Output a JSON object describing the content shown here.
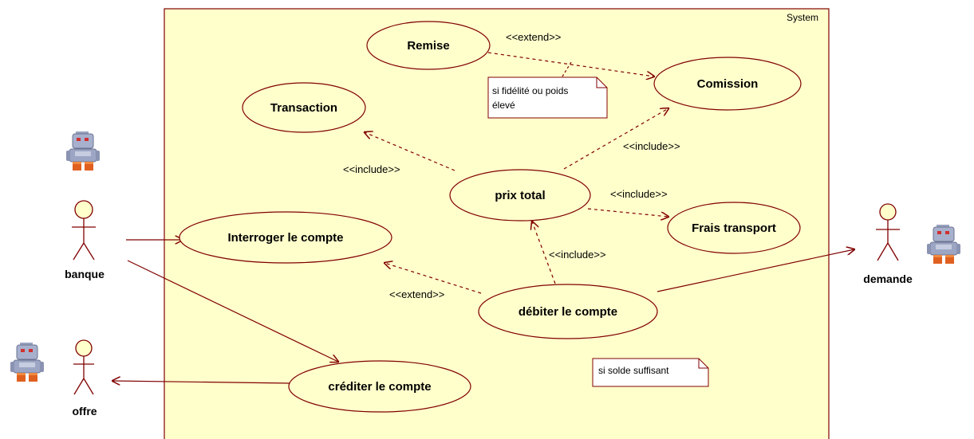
{
  "system": {
    "title": "System",
    "background": "#ffffcc",
    "border": "#800000"
  },
  "colors": {
    "line": "#800000",
    "usecase_fill": "#ffffcc",
    "note_fill": "#ffffff"
  },
  "use_cases": {
    "remise": "Remise",
    "comission": "Comission",
    "transaction": "Transaction",
    "prix_total": "prix total",
    "frais_transport": "Frais transport",
    "interroger": "Interroger le compte",
    "debiter": "débiter le compte",
    "crediter": "créditer le compte"
  },
  "relations": {
    "remise_comission": "<<extend>>",
    "prix_transaction": "<<include>>",
    "prix_comission": "<<include>>",
    "prix_frais": "<<include>>",
    "debiter_prix": "<<include>>",
    "debiter_interroger": "<<extend>>"
  },
  "notes": {
    "fidelite_line1": "si fidélité ou poids",
    "fidelite_line2": "élevé",
    "solde": "si solde suffisant"
  },
  "actors": {
    "banque": {
      "name": "banque",
      "icon": "robot-icon"
    },
    "offre": {
      "name": "offre",
      "icon": "robot-icon"
    },
    "demande": {
      "name": "demande",
      "icon": "robot-icon"
    }
  }
}
